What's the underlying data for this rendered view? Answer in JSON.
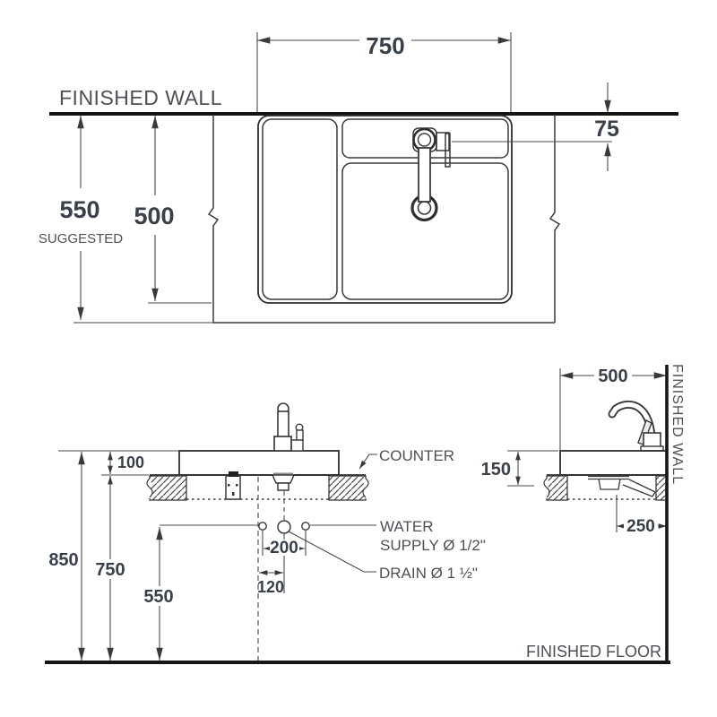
{
  "drawing": {
    "title_note": "sink installation dimension diagram",
    "top_view": {
      "wall_label": "FINISHED WALL",
      "width_dim": "750",
      "faucet_offset_dim": "75",
      "depth_suggested_dim": "550",
      "depth_suggested_note": "SUGGESTED",
      "depth_dim": "500"
    },
    "front_view": {
      "rim_height_dim": "850",
      "counter_height_dim": "750",
      "supply_height_dim": "550",
      "rim_above_counter_dim": "100",
      "supply_spacing_dim": "200",
      "drain_offset_dim": "120",
      "counter_label": "COUNTER",
      "water_supply_label_line1": "WATER",
      "water_supply_label_line2": "SUPPLY Ø 1/2\"",
      "drain_label": "DRAIN Ø 1 ½\"",
      "floor_label": "FINISHED FLOOR"
    },
    "side_view": {
      "depth_dim": "500",
      "basin_depth_dim": "150",
      "drain_wall_offset_dim": "250",
      "wall_label": "FINISHED WALL"
    },
    "colors": {
      "line": "#3a3a3a",
      "heavy_line": "#161616",
      "dim_text": "#39404a",
      "label_text": "#4c5055",
      "background": "#ffffff"
    }
  }
}
